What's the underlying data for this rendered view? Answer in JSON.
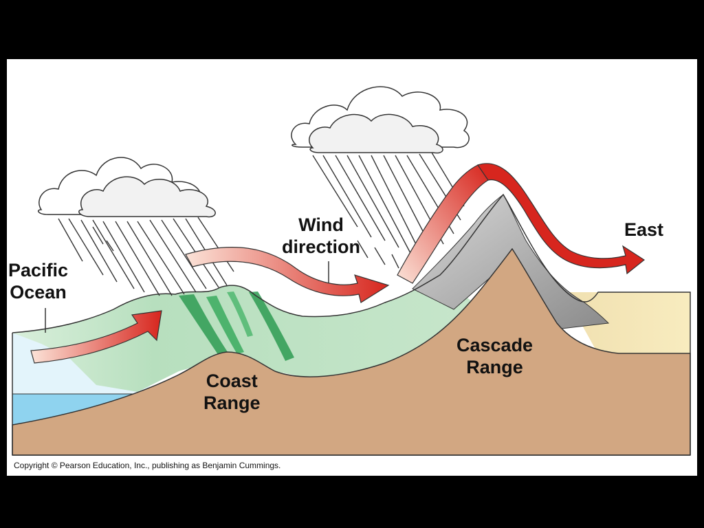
{
  "labels": {
    "pacific_ocean": [
      "Pacific",
      "Ocean"
    ],
    "wind_direction": [
      "Wind",
      "direction"
    ],
    "east": "East",
    "coast_range": [
      "Coast",
      "Range"
    ],
    "cascade_range": [
      "Cascade",
      "Range"
    ]
  },
  "copyright": "Copyright © Pearson Education, Inc., publishing as Benjamin Cummings.",
  "colors": {
    "background": "#000000",
    "panel": "#ffffff",
    "ocean": "#8fd3ef",
    "sky_ocean": "#e3f4fb",
    "earth": "#d2a782",
    "vegetation": "#b9dfbf",
    "dark_forest": "#2e9b52",
    "rock": "#a9a9a9",
    "dry_land": "#f5e7b4",
    "wind_arrow": "#d7261e",
    "cloud": "#ffffff"
  }
}
